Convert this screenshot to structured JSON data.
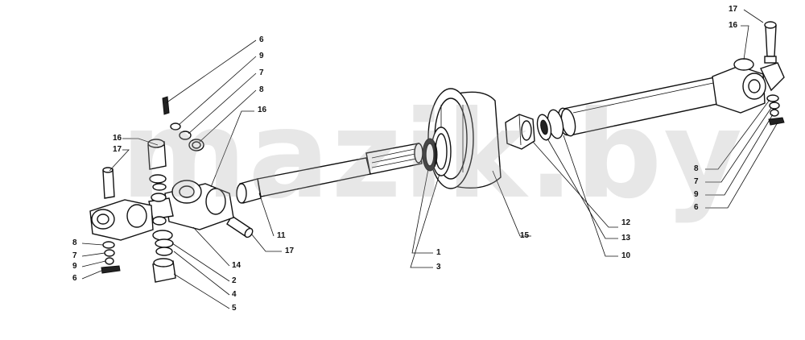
{
  "watermark": "mazik.by",
  "labels": {
    "l6_top": "6",
    "l9_top": "9",
    "l7_top": "7",
    "l8_top": "8",
    "l16_top": "16",
    "l16_left": "16",
    "l17_left": "17",
    "l8_left": "8",
    "l7_left": "7",
    "l9_left": "9",
    "l6_left": "6",
    "l11": "11",
    "l17_mid": "17",
    "l14": "14",
    "l2": "2",
    "l4": "4",
    "l5": "5",
    "l1": "1",
    "l3": "3",
    "l15": "15",
    "l12": "12",
    "l13": "13",
    "l10": "10",
    "l17_right": "17",
    "l16_right": "16",
    "l8_right": "8",
    "l7_right": "7",
    "l9_right": "9",
    "l6_right": "6"
  }
}
